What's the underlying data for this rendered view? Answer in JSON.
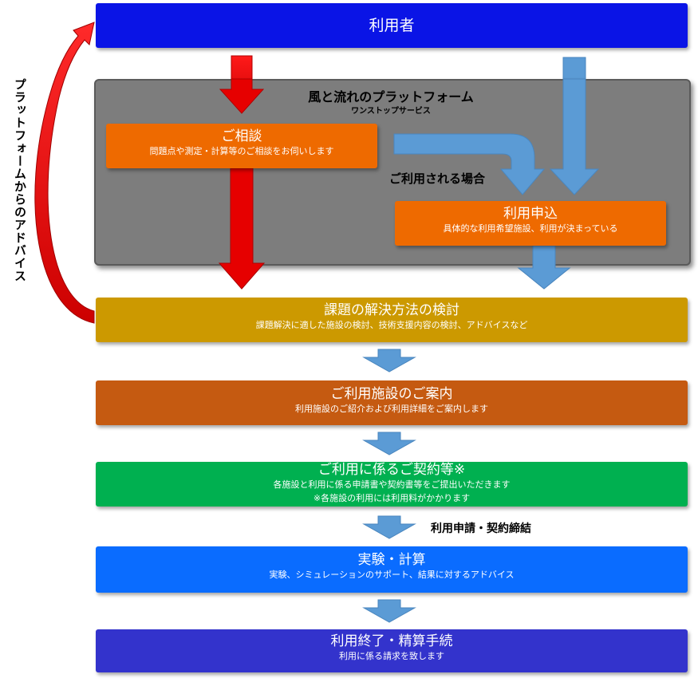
{
  "user": {
    "label": "利用者"
  },
  "platform": {
    "title": "風と流れのプラットフォーム",
    "subtitle": "ワンストップサービス",
    "consult": {
      "title": "ご相談",
      "desc": "問題点や測定・計算等のご相談をお伺いします"
    },
    "if_use_label": "ご利用される場合",
    "apply": {
      "title": "利用申込",
      "desc": "具体的な利用希望施設、利用が決まっている"
    }
  },
  "side_label": "プラットフォームからのアドバイス",
  "steps": {
    "study": {
      "title": "課題の解決方法の検討",
      "desc": "課題解決に適した施設の検討、技術支援内容の検討、アドバイスなど"
    },
    "guide": {
      "title": "ご利用施設のご案内",
      "desc": "利用施設のご紹介および利用詳細をご案内します"
    },
    "contract": {
      "title": "ご利用に係るご契約等※",
      "desc": "各施設と利用に係る申請書や契約書等をご提出いただきます",
      "note": "※各施設の利用には利用料がかかります"
    },
    "apply_contract_label": "利用申請・契約締結",
    "experiment": {
      "title": "実験・計算",
      "desc": "実験、シミュレーションのサポート、結果に対するアドバイス"
    },
    "finish": {
      "title": "利用終了・精算手続",
      "desc": "利用に係る請求を致します"
    }
  },
  "colors": {
    "user": "#0a14e6",
    "platform": "#7d7d7d",
    "orange": "#ee6a00",
    "study": "#cc9900",
    "guide": "#c55a11",
    "contract": "#00b050",
    "experiment": "#0a6cff",
    "finish": "#3333cc",
    "red_arrow": "#e60000",
    "blue_arrow": "#5b9bd5"
  }
}
